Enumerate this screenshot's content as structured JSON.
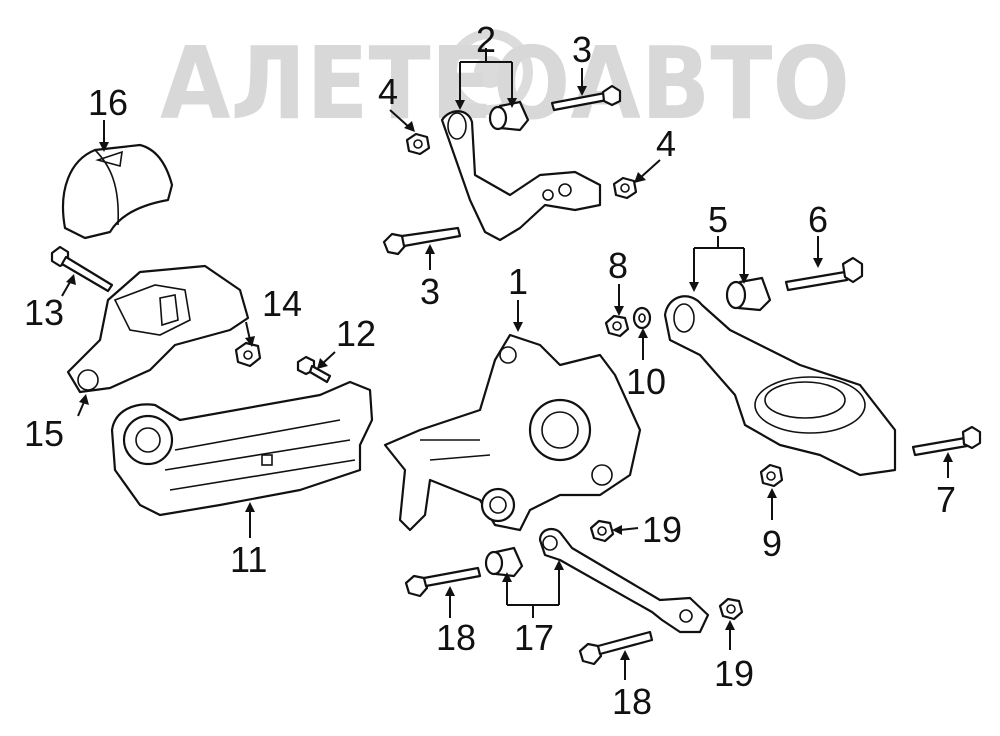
{
  "watermark": {
    "text": "АЛЕТЕОАВТО",
    "logo_icon": "gear-logo-icon",
    "color": "#d8d8d8"
  },
  "callouts": {
    "c1": "1",
    "c2": "2",
    "c3a": "3",
    "c3b": "3",
    "c4a": "4",
    "c4b": "4",
    "c5": "5",
    "c6": "6",
    "c7": "7",
    "c8": "8",
    "c9": "9",
    "c10": "10",
    "c11": "11",
    "c12": "12",
    "c13": "13",
    "c14": "14",
    "c15": "15",
    "c16": "16",
    "c17": "17",
    "c18a": "18",
    "c18b": "18",
    "c19a": "19",
    "c19b": "19"
  },
  "colors": {
    "line": "#111111",
    "fill": "#ffffff",
    "watermark": "#d8d8d8"
  }
}
